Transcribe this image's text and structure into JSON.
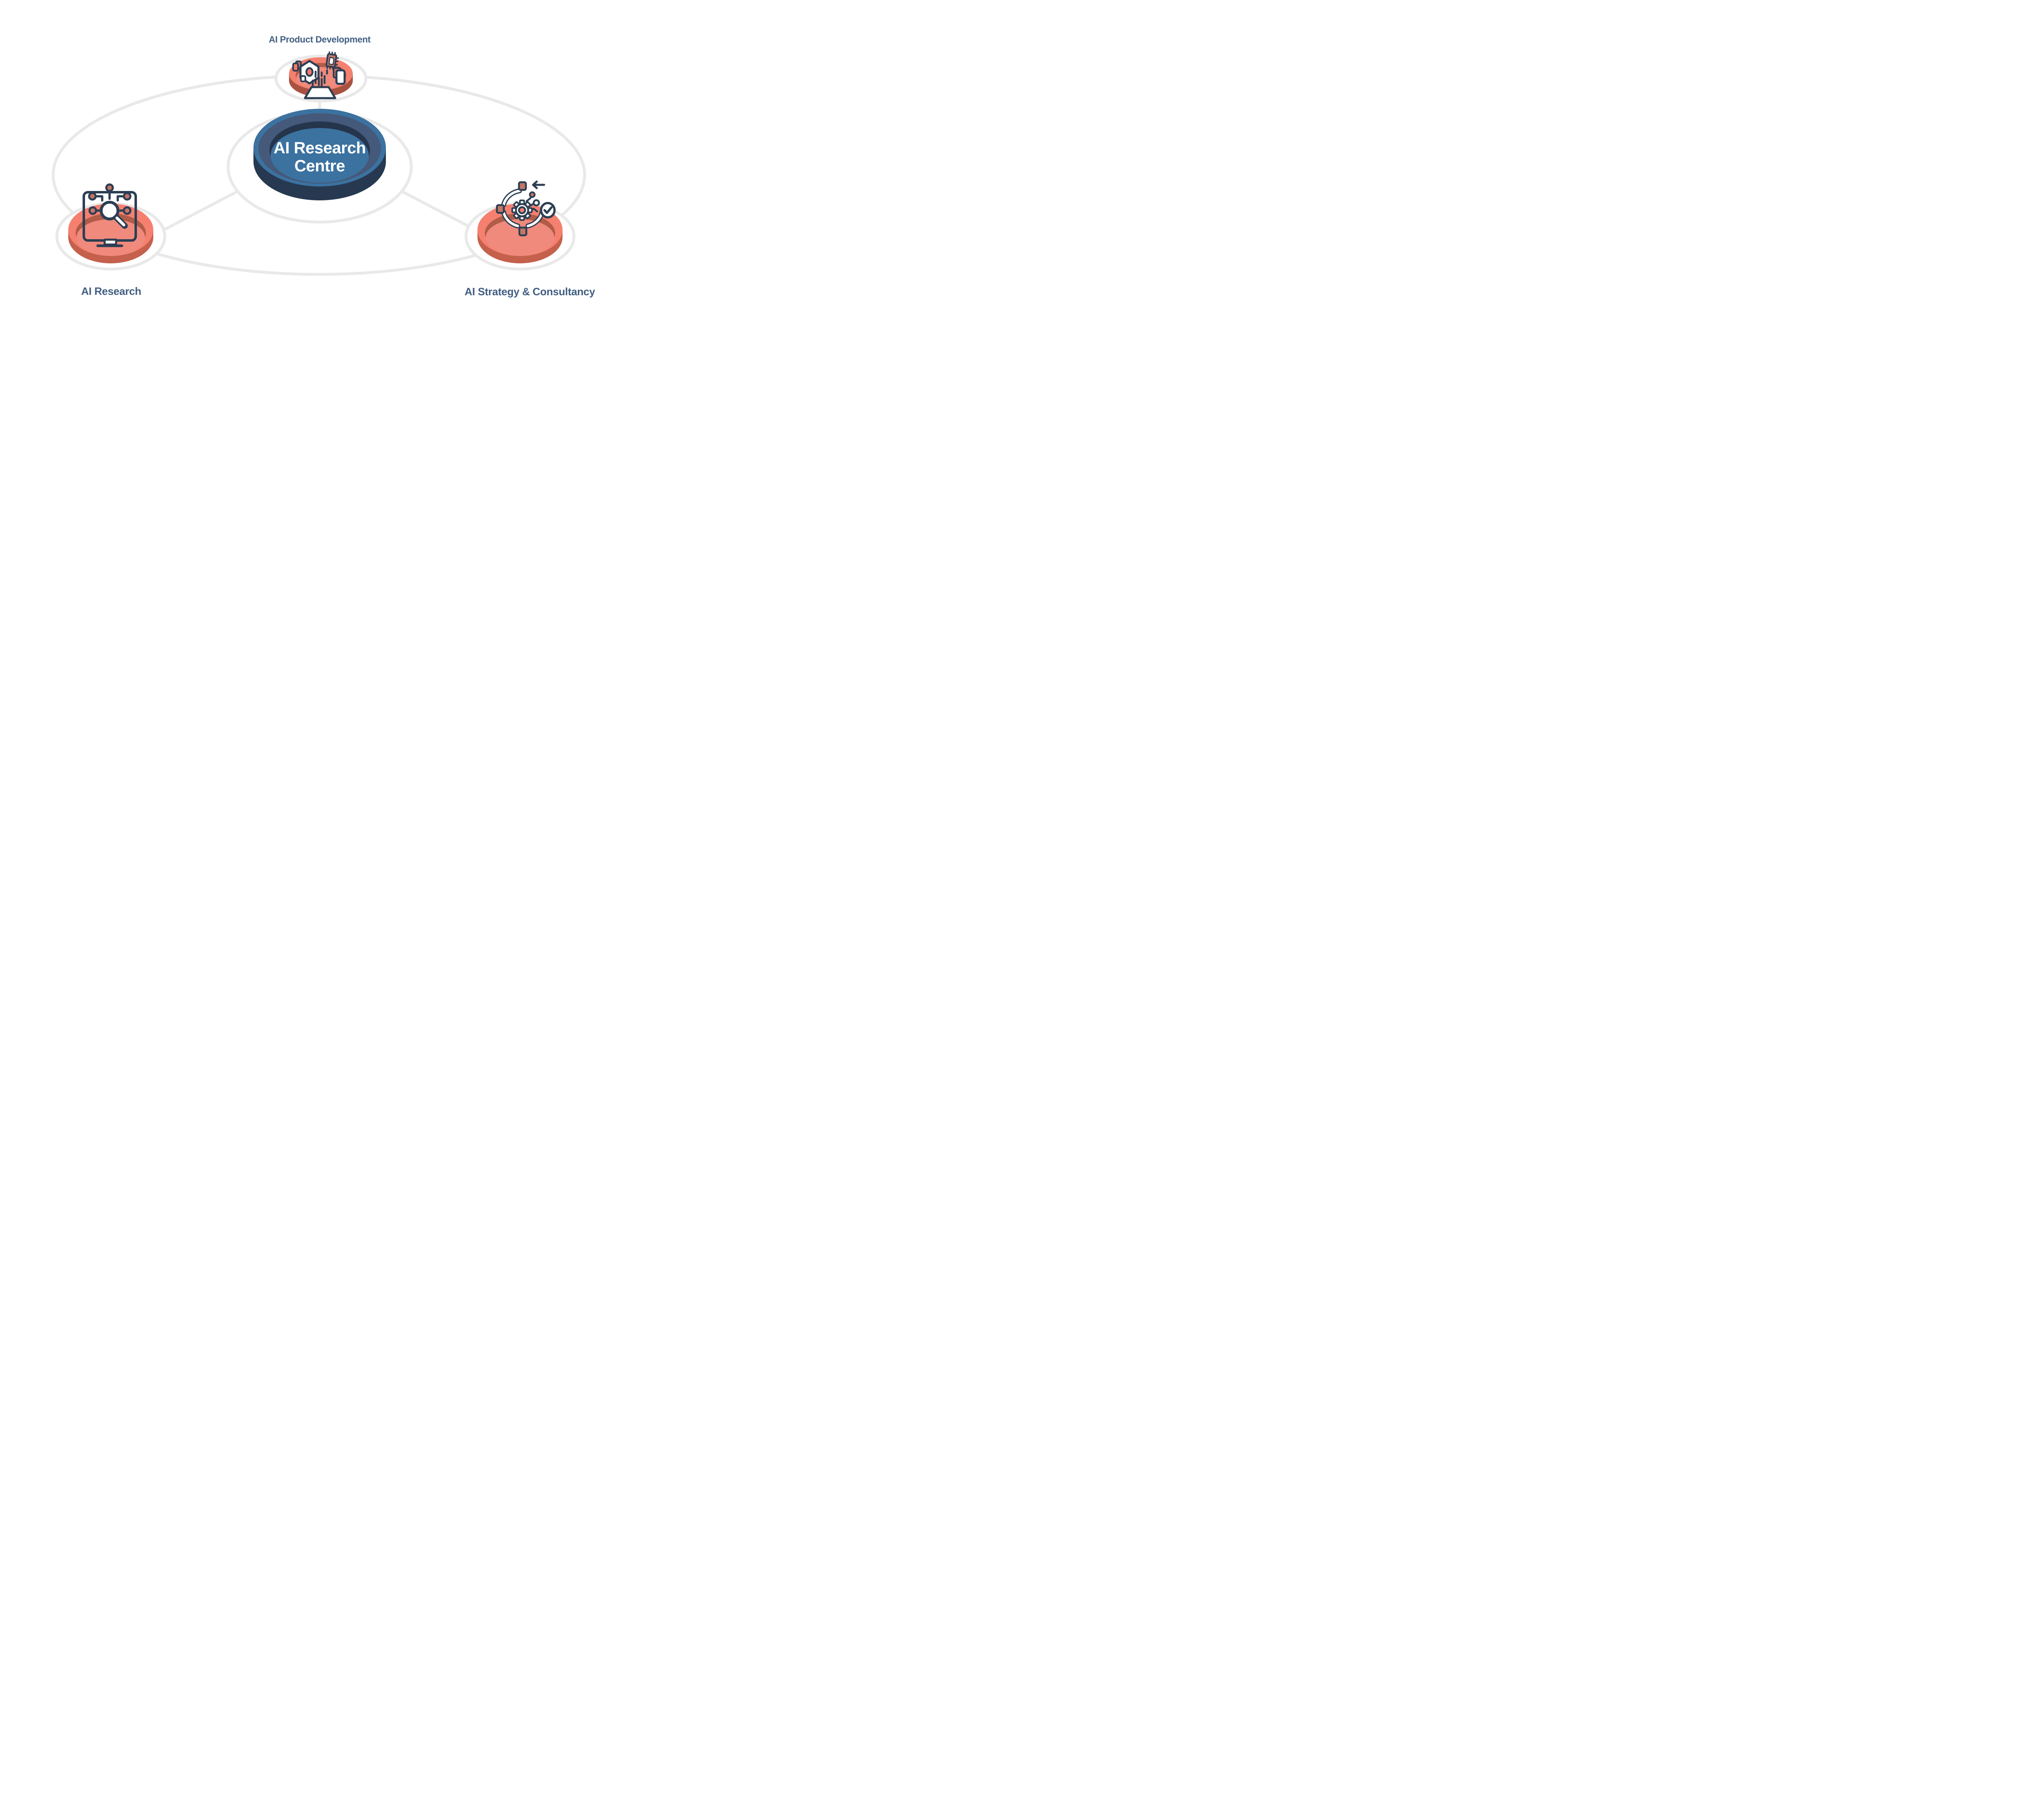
{
  "diagram": {
    "hub": {
      "line1": "AI Research",
      "line2": "Centre"
    },
    "satellites": {
      "top": {
        "label": "AI Product Development",
        "icon": "rocket-launchpad-icon"
      },
      "left": {
        "label": "AI Research",
        "icon": "monitor-search-icon"
      },
      "right": {
        "label": "AI Strategy & Consultancy",
        "icon": "process-gear-check-icon"
      }
    },
    "colors": {
      "label_text": "#415E82",
      "hub_text": "#FFFFFF",
      "hub_rim": "#3B72A0",
      "hub_top": "#45597B",
      "hub_recess_shadow": "#25354C",
      "hub_recess_floor": "#3B72A0",
      "hub_side": "#273950",
      "coral_top": "#F5806F",
      "coral_recess_shadow": "#B05C49",
      "coral_recess_floor": "#F08A7C",
      "coral_side": "#C4604C",
      "coral_side_dark": "#A8523F",
      "icon_outline": "#2C3E54",
      "icon_accent_rose": "#C47565",
      "icon_accent_coral": "#F4796B",
      "orbit_line": "#E9E9E9",
      "background": "#FFFFFF"
    }
  }
}
